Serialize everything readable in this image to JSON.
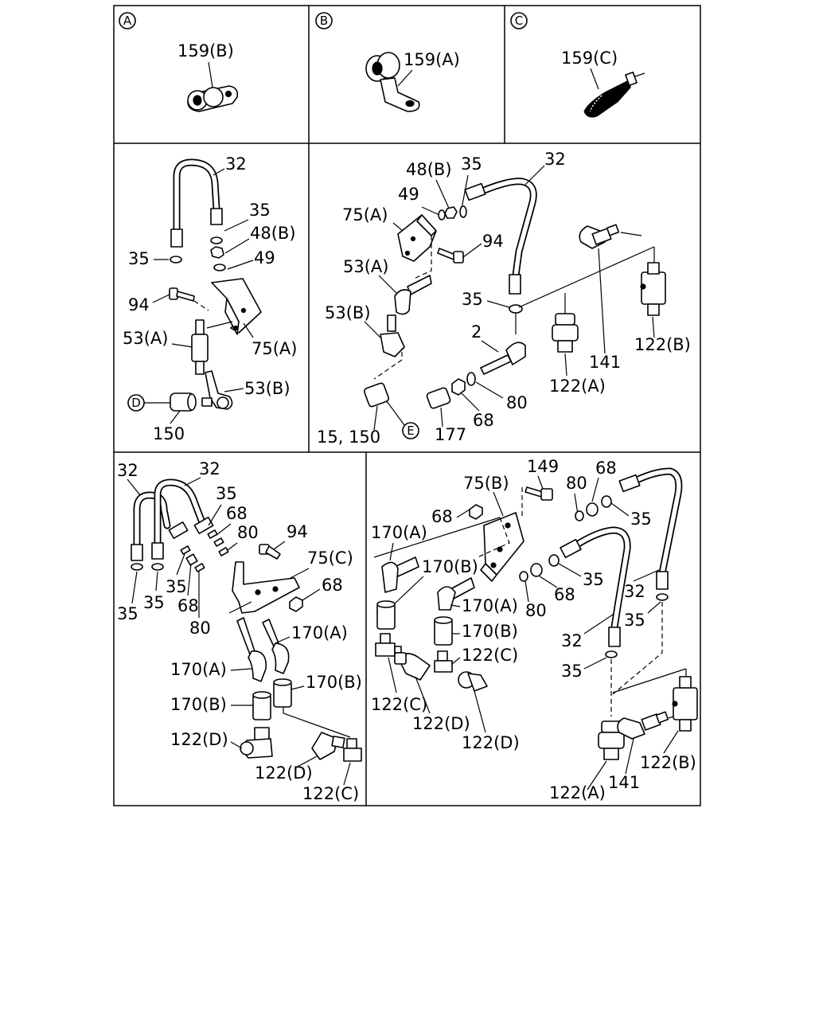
{
  "labels": {
    "a_159b": "159(B)",
    "b_159a": "159(A)",
    "c_159c": "159(C)",
    "d_left": {
      "l32": "32",
      "l35a": "35",
      "l48b": "48(B)",
      "l49": "49",
      "l35b": "35",
      "l94": "94",
      "l53a": "53(A)",
      "l75a": "75(A)",
      "l53b": "53(B)",
      "l150": "150"
    },
    "e_right": {
      "l48b": "48(B)",
      "l35a": "35",
      "l32": "32",
      "l49": "49",
      "l75a": "75(A)",
      "l94": "94",
      "l53a": "53(A)",
      "l35b": "35",
      "l53b": "53(B)",
      "l2": "2",
      "l122b": "122(B)",
      "l141": "141",
      "l122a": "122(A)",
      "l80": "80",
      "l68": "68",
      "l177": "177",
      "l15_150": "15, 150"
    },
    "f_left": {
      "l32a": "32",
      "l32b": "32",
      "l35a": "35",
      "l68a": "68",
      "l80a": "80",
      "l94": "94",
      "l75c": "75(C)",
      "l35b": "35",
      "l35c": "35",
      "l35d": "35",
      "l68b": "68",
      "l68c": "68",
      "l80b": "80",
      "l170a1": "170(A)",
      "l170a2": "170(A)",
      "l170b1": "170(B)",
      "l170b2": "170(B)",
      "l122d1": "122(D)",
      "l122d2": "122(D)",
      "l122c": "122(C)"
    },
    "g_right": {
      "l149": "149",
      "l75b": "75(B)",
      "l80a": "80",
      "l68a": "68",
      "l68b": "68",
      "l35a": "35",
      "l170a1": "170(A)",
      "l170b1": "170(B)",
      "l35b": "35",
      "l170a2": "170(A)",
      "l80b": "80",
      "l68c": "68",
      "l32a": "32",
      "l35c": "35",
      "l170b2": "170(B)",
      "l32b": "32",
      "l122c1": "122(C)",
      "l35d": "35",
      "l122c2": "122(C)",
      "l122d1": "122(D)",
      "l122d2": "122(D)",
      "l122b": "122(B)",
      "l141": "141",
      "l122a": "122(A)"
    }
  },
  "callouts": {
    "a": "A",
    "b": "B",
    "c": "C",
    "d": "D",
    "e": "E"
  }
}
